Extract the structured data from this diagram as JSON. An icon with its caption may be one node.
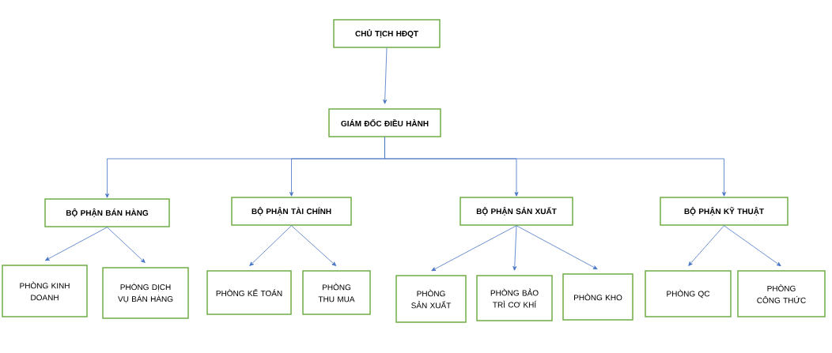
{
  "diagram": {
    "nodes": [
      {
        "text": [
          "CHỦ TỊCH HĐQT"
        ]
      },
      {
        "text": [
          "GIÁM ĐỐC ĐIỀU HÀNH"
        ]
      },
      {
        "text": [
          "BỘ PHẬN BÁN HÀNG"
        ]
      },
      {
        "text": [
          "BỘ PHẬN TÀI CHÍNH"
        ]
      },
      {
        "text": [
          "BỘ PHẬN SẢN XUẤT"
        ]
      },
      {
        "text": [
          "BỘ PHẬN KỸ THUẬT"
        ]
      },
      {
        "text": [
          "PHÒNG KINH DOANH"
        ]
      },
      {
        "text": [
          "PHÒNG DỊCH VỤ BÁN HÀNG"
        ]
      },
      {
        "text": [
          "PHÒNG KẾ TOÁN"
        ]
      },
      {
        "text": [
          "PHÒNG THU MUA"
        ]
      },
      {
        "text": [
          "PHÒNG SẢN XUẤT"
        ]
      },
      {
        "text": [
          "PHÒNG BẢO TRÌ CƠ KHÍ"
        ]
      },
      {
        "text": [
          "PHÒNG KHO"
        ]
      },
      {
        "text": [
          "PHÒNG QC"
        ]
      },
      {
        "text": [
          "PHÒNG CÔNG THỨC"
        ]
      }
    ],
    "edges": [
      {
        "from": 0,
        "to": 1,
        "arrow": "to"
      },
      {
        "from": 1,
        "to": 2,
        "arrow": "to"
      },
      {
        "from": 1,
        "to": 3,
        "arrow": "to"
      },
      {
        "from": 1,
        "to": 4,
        "arrow": "to"
      },
      {
        "from": 1,
        "to": 5,
        "arrow": "to"
      },
      {
        "from": 2,
        "to": 6,
        "arrow": "to"
      },
      {
        "from": 2,
        "to": 7,
        "arrow": "to"
      },
      {
        "from": 3,
        "to": 8,
        "arrow": "to"
      },
      {
        "from": 3,
        "to": 9,
        "arrow": "to"
      },
      {
        "from": 4,
        "to": 10,
        "arrow": "to"
      },
      {
        "from": 4,
        "to": 11,
        "arrow": "to"
      },
      {
        "from": 4,
        "to": 12,
        "arrow": "to"
      },
      {
        "from": 5,
        "to": 13,
        "arrow": "to"
      },
      {
        "from": 5,
        "to": 14,
        "arrow": "to"
      }
    ]
  }
}
